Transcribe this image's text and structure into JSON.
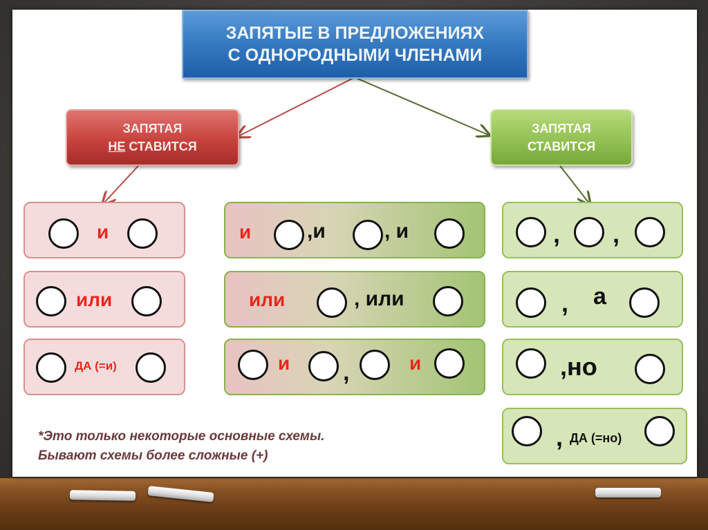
{
  "title": {
    "line1": "ЗАПЯТЫЕ В ПРЕДЛОЖЕНИЯХ",
    "line2": "С ОДНОРОДНЫМИ ЧЛЕНАМИ"
  },
  "left_head": {
    "line1": "ЗАПЯТАЯ",
    "underlined": "НЕ",
    "rest": " СТАВИТСЯ"
  },
  "right_head": {
    "line1": "ЗАПЯТАЯ",
    "line2": "СТАВИТСЯ"
  },
  "left_col": {
    "r1": "и",
    "r2": "или",
    "r3": "ДА (=и)"
  },
  "mid_col": {
    "r1": {
      "a": "и",
      "b": ",и",
      "c": ", и"
    },
    "r2": {
      "a": "или",
      "b": ", или"
    },
    "r3": {
      "a": "и",
      "comma": ",",
      "b": "и"
    }
  },
  "right_col": {
    "r1": {
      "a": ",",
      "b": ","
    },
    "r2": {
      "comma": ",",
      "word": "а"
    },
    "r3": ",но",
    "r4": {
      "comma": ",",
      "word": "ДА (=но)"
    }
  },
  "note": {
    "line1": "*Это только некоторые основные схемы.",
    "line2": "Бывают схемы более сложные (+)"
  },
  "colors": {
    "title_blue": "#3579c0",
    "red_head": "#c8423d",
    "green_head": "#93c154",
    "red_text": "#e8271c"
  }
}
